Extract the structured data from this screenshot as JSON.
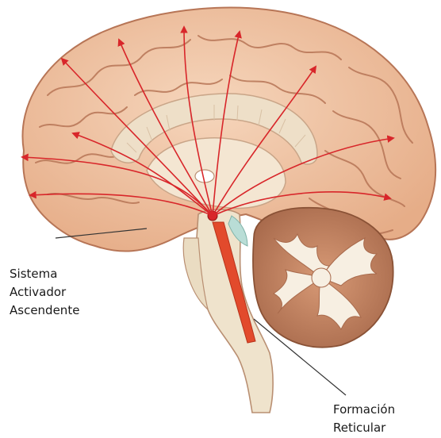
{
  "labels": {
    "activating_system": [
      "Sistema",
      "Activador",
      "Ascendente"
    ],
    "reticular_formation": [
      "Formación",
      "Reticular"
    ]
  },
  "colors": {
    "background": "#ffffff",
    "cortex": "#f1c7a7",
    "cortex_shadow": "#d9a27e",
    "gyrus_line": "#b77556",
    "white_matter": "#f4e6d2",
    "corpus_callosum": "#eedfc8",
    "brainstem": "#efe3cc",
    "brainstem_highlight": "#b9ddd6",
    "cerebellum": "#c88a68",
    "cerebellum_white": "#f7efe2",
    "pathway_arrows": "#d8262a",
    "reticular_core": "#e24a2c",
    "leader_lines": "#333333"
  },
  "pathway_icon": "ascending-arrows-icon"
}
